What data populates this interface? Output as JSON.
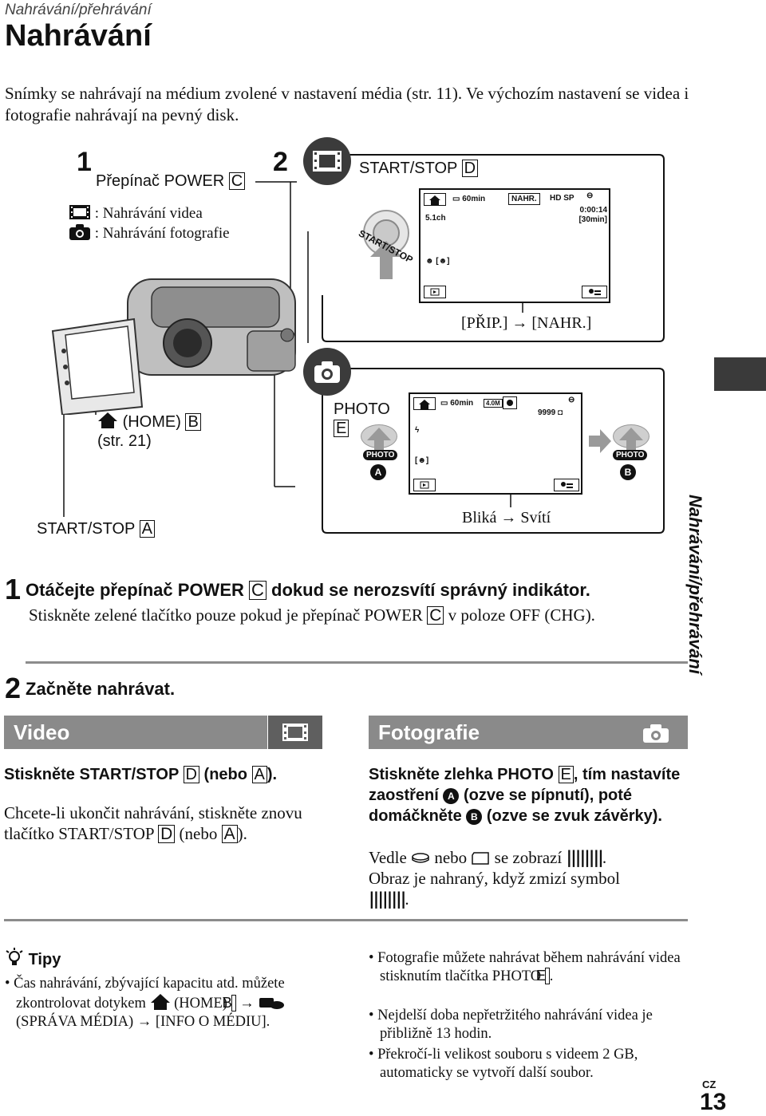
{
  "header": {
    "section_label": "Nahrávání/přehrávání",
    "title": "Nahrávání"
  },
  "intro": "Snímky se nahrávají na médium zvolené v nastavení média (str. 11). Ve výchozím nastavení se videa i fotografie nahrávají na pevný disk.",
  "side_label": "Nahrávání/přehrávání",
  "figure": {
    "step1_num": "1",
    "power_switch": "Přepínač POWER",
    "power_letter": "C",
    "mode_video": ": Nahrávání videa",
    "mode_photo": ": Nahrávání fotografie",
    "step2_num": "2",
    "start_stop_top": "START/STOP",
    "start_stop_top_letter": "D",
    "start_stop_ring_text": "START/STOP",
    "screen1": {
      "battery": "60min",
      "status": "NAHR.",
      "quality": "HD SP",
      "audio": "5.1ch",
      "time": "0:00:14",
      "remaining": "[30min]"
    },
    "prip_nahr": "[PŘIP.] → [NAHR.]",
    "home_label": "(HOME)",
    "home_letter": "B",
    "home_page": "(str. 21)",
    "start_stop_bottom": "START/STOP",
    "start_stop_bottom_letter": "A",
    "photo_label": "PHOTO",
    "photo_letter": "E",
    "photo_badge": "PHOTO",
    "circle_a": "A",
    "circle_b": "B",
    "screen2": {
      "battery": "60min",
      "size": "4.0M",
      "count": "9999"
    },
    "blika_sviti": "Bliká → Svítí"
  },
  "step1": {
    "num": "1",
    "heading_pre": "Otáčejte přepínač POWER",
    "heading_letter": "C",
    "heading_post": "dokud se nerozsvítí správný indikátor.",
    "body_pre": "Stiskněte zelené tlačítko pouze pokud je přepínač POWER",
    "body_letter": "C",
    "body_post": "v poloze OFF (CHG)."
  },
  "step2": {
    "num": "2",
    "heading": "Začněte nahrávat."
  },
  "video": {
    "title": "Video",
    "action_pre": "Stiskněte START/STOP",
    "action_letter1": "D",
    "action_mid": "(nebo",
    "action_letter2": "A",
    "action_post": ").",
    "body_pre": "Chcete-li ukončit nahrávání, stiskněte znovu tlačítko START/STOP",
    "body_letter1": "D",
    "body_mid": "(nebo",
    "body_letter2": "A",
    "body_post": ")."
  },
  "photo": {
    "title": "Fotografie",
    "action_pre": "Stiskněte zlehka PHOTO",
    "action_letter": "E",
    "action_mid1": ", tím nastavíte zaostření",
    "action_circle1": "A",
    "action_mid2": "(ozve se pípnutí), poté domáčkněte",
    "action_circle2": "B",
    "action_post": "(ozve se zvuk závěrky).",
    "body1_pre": "Vedle",
    "body1_mid": "nebo",
    "body1_post": "se zobrazí",
    "body2": "Obraz je nahraný, když zmizí symbol"
  },
  "tips": {
    "title": "Tipy",
    "left_pre": "Čas nahrávání, zbývající kapacitu atd. můžete zkontrolovat dotykem",
    "left_home": "(HOME)",
    "left_letter": "B",
    "left_post": "(SPRÁVA MÉDIA) → [INFO O MÉDIU].",
    "right1_pre": "Fotografie můžete nahrávat během nahrávání videa stisknutím tlačítka PHOTO",
    "right1_letter": "E",
    "right2": "Nejdelší doba nepřetržitého nahrávání videa je přibližně 13 hodin.",
    "right3": "Překročí-li velikost souboru s videem 2 GB, automaticky se vytvoří další soubor."
  },
  "footer": {
    "lang": "CZ",
    "page": "13"
  }
}
